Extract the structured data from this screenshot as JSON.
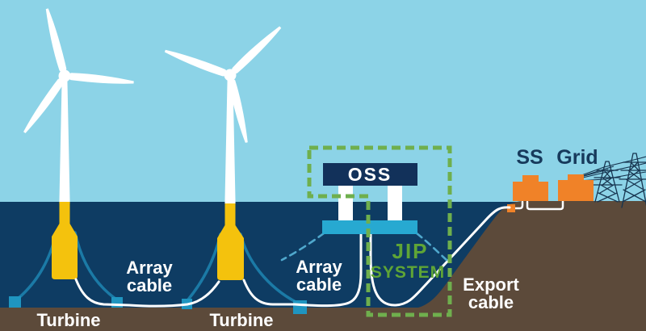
{
  "colors": {
    "sky": "#8CD3E7",
    "sea": "#0E3C63",
    "earth": "#5C4A3A",
    "navy": "#12315A",
    "navy_text": "#173A5C",
    "yellow": "#F4C20D",
    "platform": "#27A9D1",
    "anchor": "#1F95C0",
    "mooring": "#1B7AA6",
    "mooring_light": "#4FA8CD",
    "green": "#6FAF4D",
    "green_text": "#5FA536",
    "orange": "#F08228",
    "pylon": "#16344F",
    "cable": "#FFFFFF"
  },
  "scene": {
    "labels": {
      "turbine_1": "Turbine",
      "turbine_2": "Turbine",
      "array_cable_1": {
        "line1": "Array",
        "line2": "cable"
      },
      "array_cable_2": {
        "line1": "Array",
        "line2": "cable"
      },
      "oss": "OSS",
      "jip": {
        "line1": "JIP",
        "line2": "SYSTEM"
      },
      "export_cable": {
        "line1": "Export",
        "line2": "cable"
      },
      "substation": "SS",
      "grid": "Grid"
    }
  }
}
